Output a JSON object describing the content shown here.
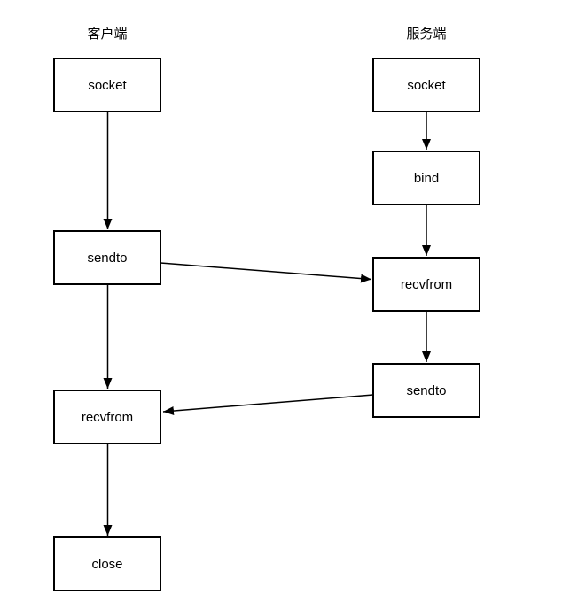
{
  "colors": {
    "background": "#ffffff",
    "box_fill": "#ffffff",
    "box_border": "#000000",
    "arrow": "#000000",
    "text": "#000000"
  },
  "client": {
    "label": "客户端",
    "nodes": [
      {
        "id": "socket",
        "label": "socket"
      },
      {
        "id": "sendto",
        "label": "sendto"
      },
      {
        "id": "recvfrom",
        "label": "recvfrom"
      },
      {
        "id": "close",
        "label": "close"
      }
    ]
  },
  "server": {
    "label": "服务端",
    "nodes": [
      {
        "id": "socket",
        "label": "socket"
      },
      {
        "id": "bind",
        "label": "bind"
      },
      {
        "id": "recvfrom",
        "label": "recvfrom"
      },
      {
        "id": "sendto",
        "label": "sendto"
      }
    ]
  },
  "edges": [
    {
      "from": "client-socket",
      "to": "client-sendto"
    },
    {
      "from": "client-sendto",
      "to": "client-recvfrom"
    },
    {
      "from": "client-recvfrom",
      "to": "client-close"
    },
    {
      "from": "server-socket",
      "to": "server-bind"
    },
    {
      "from": "server-bind",
      "to": "server-recvfrom"
    },
    {
      "from": "server-recvfrom",
      "to": "server-sendto"
    },
    {
      "from": "client-sendto",
      "to": "server-recvfrom"
    },
    {
      "from": "server-sendto",
      "to": "client-recvfrom"
    }
  ]
}
